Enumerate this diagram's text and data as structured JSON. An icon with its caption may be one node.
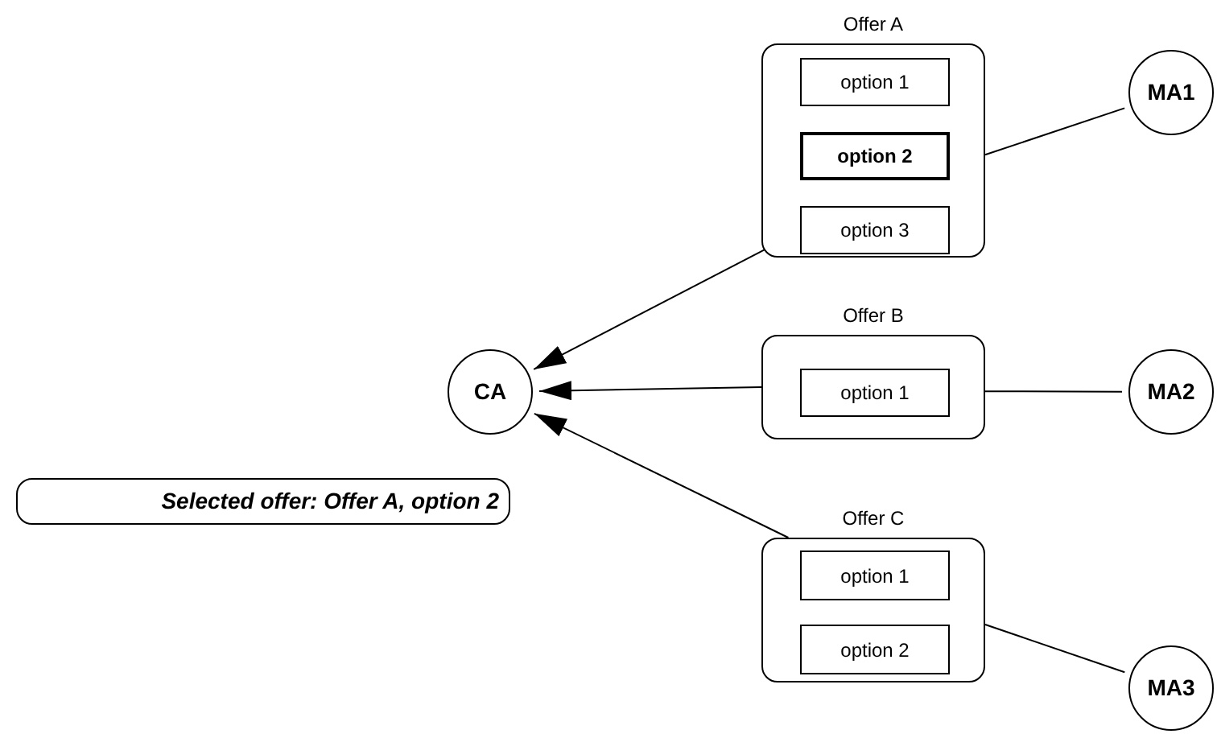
{
  "diagram": {
    "nodes": [
      {
        "text": [
          "CA"
        ]
      },
      {
        "text": [
          "Offer A"
        ]
      },
      {
        "text": [
          "option 1"
        ],
        "in": 1
      },
      {
        "text": [
          "option 2"
        ],
        "in": 1
      },
      {
        "text": [
          "option 3"
        ],
        "in": 1
      },
      {
        "text": [
          "Offer B"
        ]
      },
      {
        "text": [
          "option 1"
        ],
        "in": 5
      },
      {
        "text": [
          "Offer C"
        ]
      },
      {
        "text": [
          "option 1"
        ],
        "in": 7
      },
      {
        "text": [
          "option 2"
        ],
        "in": 7
      },
      {
        "text": [
          "MA1"
        ]
      },
      {
        "text": [
          "MA2"
        ]
      },
      {
        "text": [
          "MA3"
        ]
      },
      {
        "text": [
          "Selected offer: Offer A, option 2"
        ]
      }
    ],
    "edges": [
      {
        "from": 1,
        "to": 0,
        "arrow": "to"
      },
      {
        "from": 5,
        "to": 0,
        "arrow": "to"
      },
      {
        "from": 7,
        "to": 0,
        "arrow": "to"
      },
      {
        "from": 10,
        "to": 1,
        "arrow": "none"
      },
      {
        "from": 11,
        "to": 5,
        "arrow": "none"
      },
      {
        "from": 12,
        "to": 7,
        "arrow": "none"
      }
    ]
  }
}
